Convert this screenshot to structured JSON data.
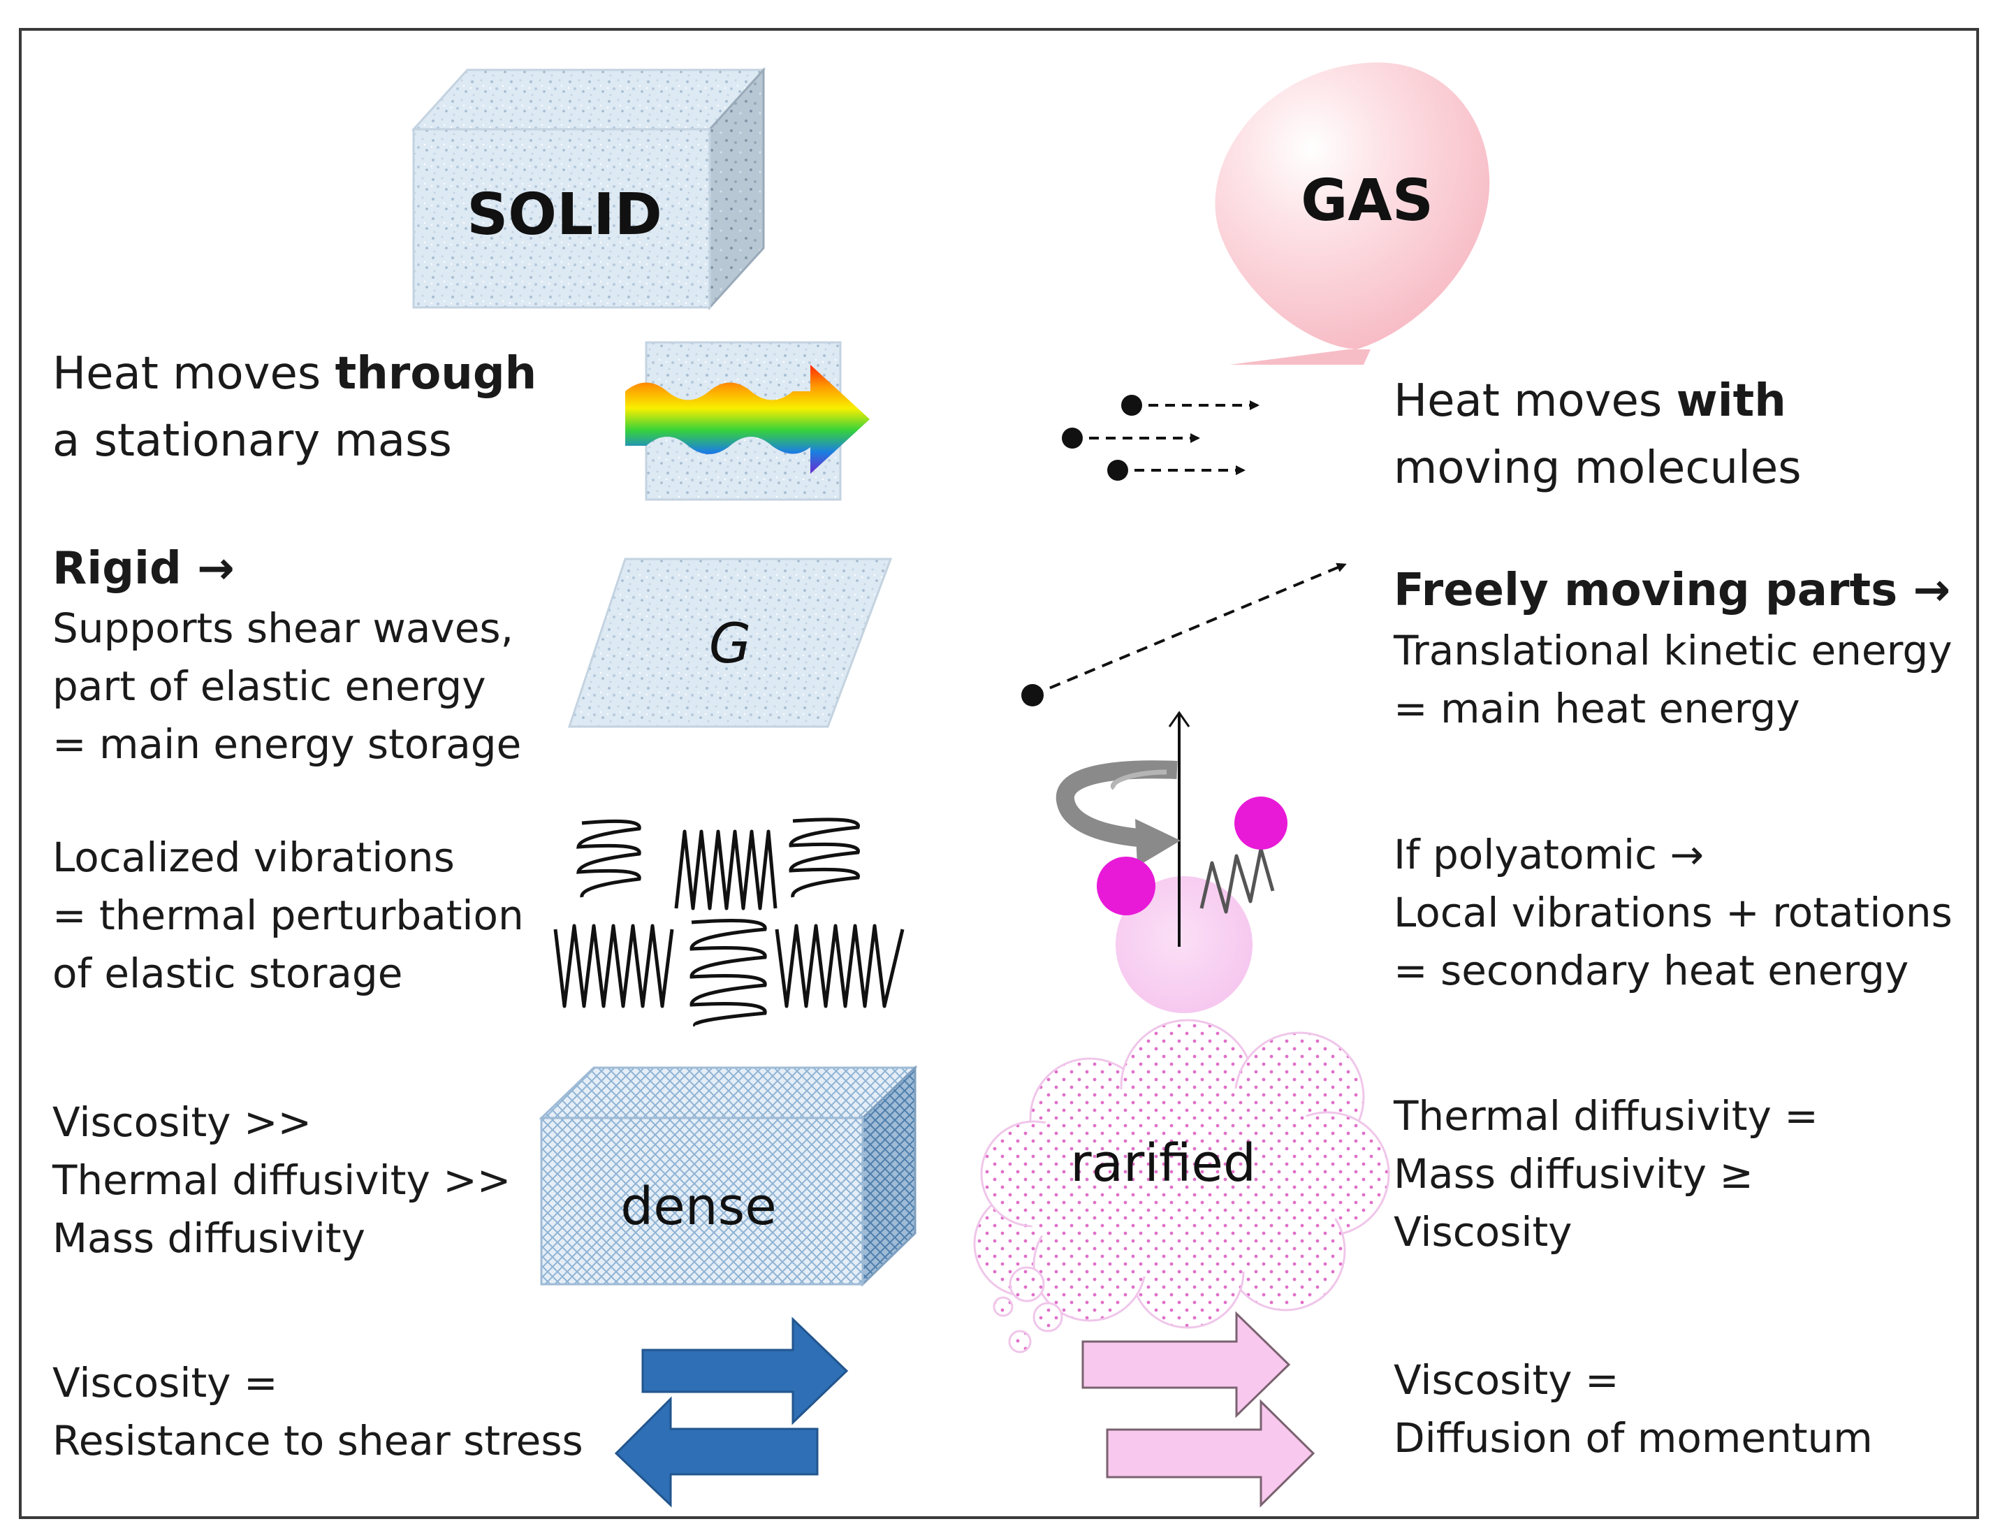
{
  "solid": {
    "title": "SOLID",
    "heat": {
      "pre": "Heat moves ",
      "bold": "through",
      "line2": "a stationary mass"
    },
    "rigid": {
      "title": "Rigid →",
      "lines": [
        "Supports  shear waves,",
        "part of elastic energy",
        "= main energy storage"
      ],
      "symbol": "G"
    },
    "vibrations": [
      "Localized vibrations",
      "= thermal  perturbation",
      "of elastic storage"
    ],
    "diffusivity": [
      "Viscosity >>",
      "Thermal diffusivity >>",
      "Mass diffusivity"
    ],
    "dense_label": "dense",
    "viscosity": [
      "Viscosity =",
      "Resistance to shear stress"
    ],
    "colors": {
      "block": "#dfeaf4",
      "arrow": "#2e6fb5"
    }
  },
  "gas": {
    "title": "GAS",
    "heat": {
      "pre": "Heat moves ",
      "bold": "with",
      "line2": "moving molecules"
    },
    "free": {
      "title": "Freely moving parts →",
      "lines": [
        "Translational kinetic energy",
        "= main heat energy"
      ]
    },
    "polyatomic": [
      "If polyatomic  →",
      "Local vibrations + rotations",
      "= secondary heat energy"
    ],
    "diffusivity": [
      "Thermal diffusivity =",
      "Mass diffusivity ≥",
      "Viscosity"
    ],
    "rarified_label": "rarified",
    "viscosity": [
      "Viscosity  =",
      "Diffusion of momentum"
    ],
    "colors": {
      "balloon": "#f9c9d0",
      "atom": "#e81ad8",
      "arrow": "#f8c8ee"
    }
  }
}
